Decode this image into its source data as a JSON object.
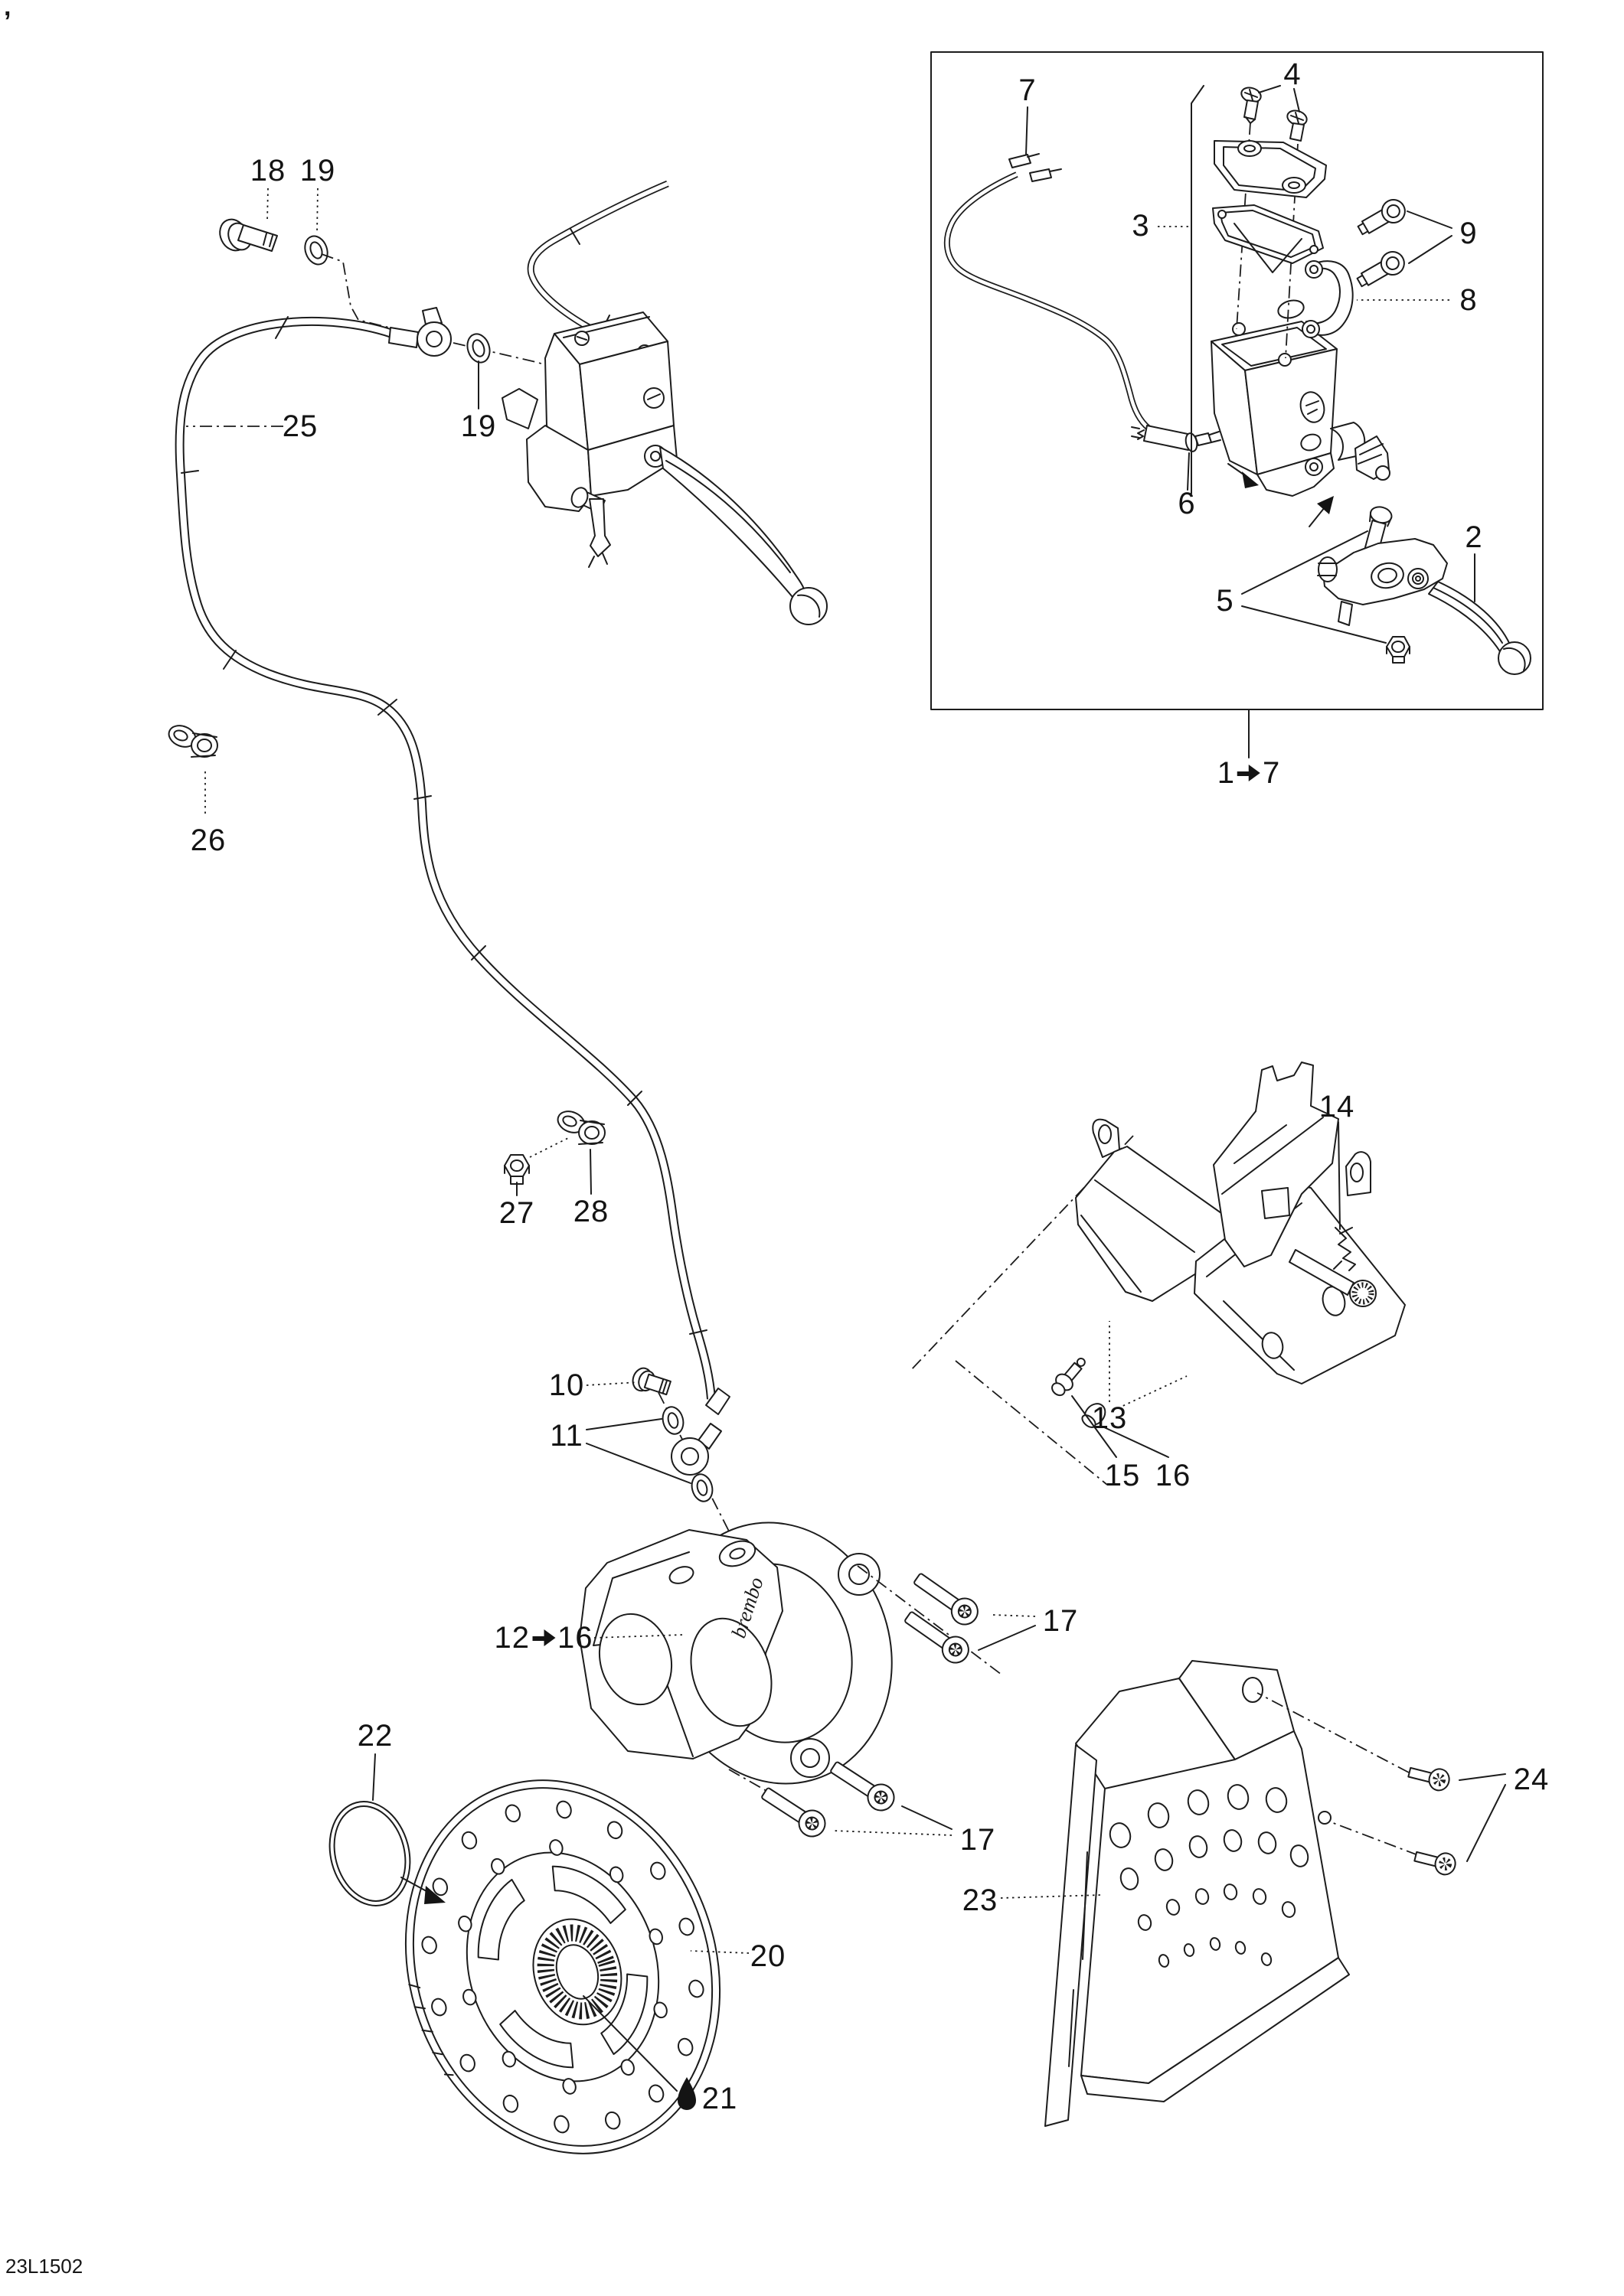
{
  "meta": {
    "sheet_code": "23L1502",
    "corner_mark": ",",
    "caliper_logo": "brembo"
  },
  "callouts": {
    "c2": "2",
    "c3": "3",
    "c4": "4",
    "c5": "5",
    "c6": "6",
    "c7": "7",
    "c8": "8",
    "c9": "9",
    "c10": "10",
    "c11": "11",
    "c13": "13",
    "c14": "14",
    "c15": "15",
    "c16": "16",
    "c17a": "17",
    "c17b": "17",
    "c18": "18",
    "c19a": "19",
    "c19b": "19",
    "c20": "20",
    "c21": "21",
    "c22": "22",
    "c23": "23",
    "c24": "24",
    "c25": "25",
    "c26": "26",
    "c27": "27",
    "c28": "28"
  },
  "ranges": {
    "r1_7": {
      "from": "1",
      "to": "7"
    },
    "r12_16": {
      "from": "12",
      "to": "16"
    }
  }
}
